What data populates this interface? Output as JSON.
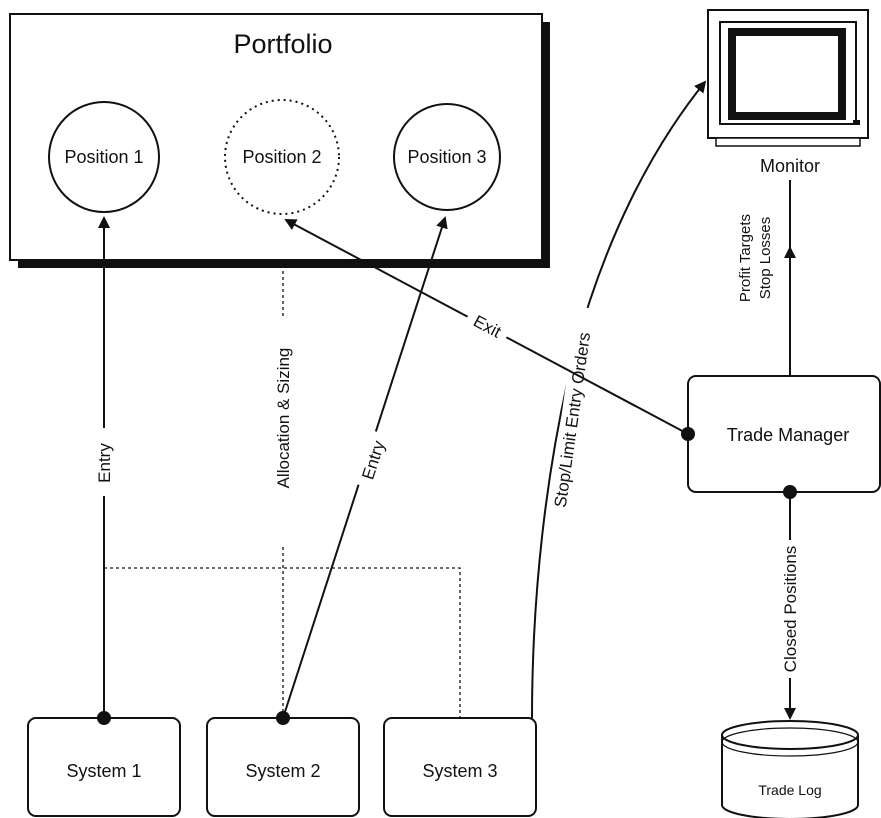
{
  "portfolio": {
    "title": "Portfolio",
    "positions": [
      "Position 1",
      "Position 2",
      "Position 3"
    ]
  },
  "systems": [
    "System 1",
    "System 2",
    "System 3"
  ],
  "monitor": {
    "label": "Monitor"
  },
  "trade_manager": {
    "label": "Trade Manager"
  },
  "trade_log": {
    "label": "Trade Log"
  },
  "edges": {
    "entry_1": "Entry",
    "allocation": "Allocation & Sizing",
    "entry_2": "Entry",
    "stop_limit": "Stop/Limit Entry Orders",
    "exit": "Exit",
    "profit_targets": "Profit Targets",
    "stop_losses": "Stop Losses",
    "closed_positions": "Closed Positions"
  }
}
